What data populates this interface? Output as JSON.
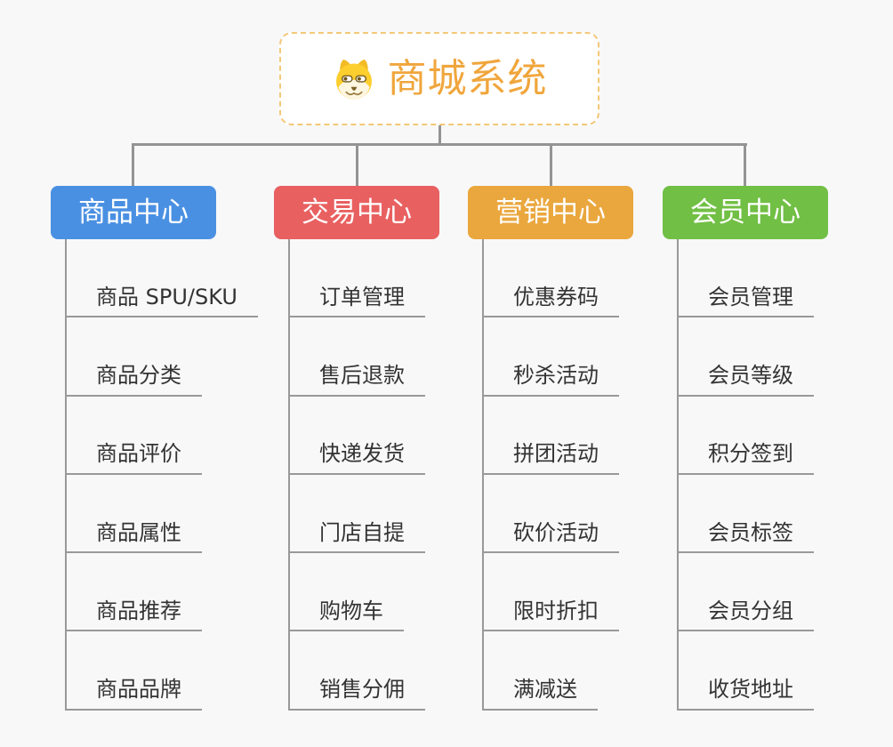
{
  "app": {
    "background": "#f8f8f9",
    "connector_color": "#949494",
    "underline_color": "#999999",
    "child_text_color": "#333333"
  },
  "root": {
    "title": "商城系统",
    "icon": "shiba-dog-icon",
    "title_color": "#f0a63c",
    "border_color": "#f3c878"
  },
  "columns": [
    {
      "label": "商品中心",
      "color": "#4a90e2",
      "children": [
        "商品 SPU/SKU",
        "商品分类",
        "商品评价",
        "商品属性",
        "商品推荐",
        "商品品牌"
      ]
    },
    {
      "label": "交易中心",
      "color": "#e96060",
      "children": [
        "订单管理",
        "售后退款",
        "快递发货",
        "门店自提",
        "购物车",
        "销售分佣"
      ]
    },
    {
      "label": "营销中心",
      "color": "#eaa73d",
      "children": [
        "优惠券码",
        "秒杀活动",
        "拼团活动",
        "砍价活动",
        "限时折扣",
        "满减送"
      ]
    },
    {
      "label": "会员中心",
      "color": "#71bf44",
      "children": [
        "会员管理",
        "会员等级",
        "积分签到",
        "会员标签",
        "会员分组",
        "收货地址"
      ]
    }
  ]
}
